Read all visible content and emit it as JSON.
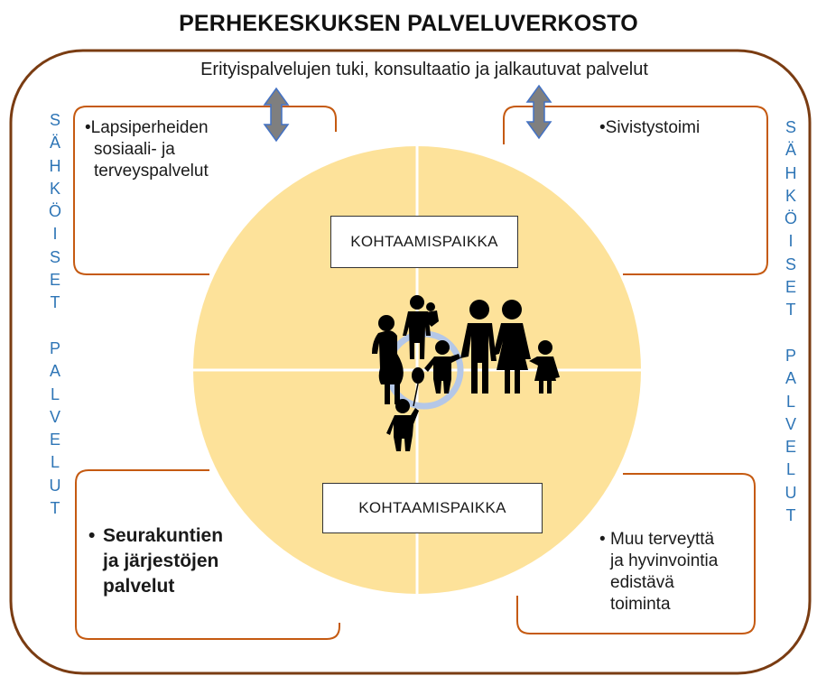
{
  "title": "PERHEKESKUKSEN PALVELUVERKOSTO",
  "subtitle": "Erityispalvelujen tuki, konsultaatio ja jalkautuvat palvelut",
  "boxes": {
    "top_left": {
      "lines": [
        "•Lapsiperheiden",
        "sosiaali- ja",
        "terveyspalvelut"
      ]
    },
    "top_right": {
      "lines": [
        "•Sivistystoimi"
      ]
    },
    "bottom_left": {
      "lines": [
        "Seurakuntien",
        "ja järjestöjen",
        "palvelut"
      ]
    },
    "bottom_right": {
      "lines": [
        "Muu terveyttä",
        "ja hyvinvointia",
        "edistävä",
        "toiminta"
      ]
    }
  },
  "meeting_place_top": "KOHTAAMISPAIKKA",
  "meeting_place_bottom": "KOHTAAMISPAIKKA",
  "side_label_left": [
    "S",
    "Ä",
    "H",
    "K",
    "Ö",
    "I",
    "S",
    "E",
    "T",
    "",
    "P",
    "A",
    "L",
    "V",
    "E",
    "L",
    "U",
    "T"
  ],
  "side_label_right": [
    "S",
    "Ä",
    "H",
    "K",
    "Ö",
    "I",
    "S",
    "E",
    "T",
    "",
    "P",
    "A",
    "L",
    "V",
    "E",
    "L",
    "U",
    "T"
  ],
  "colors": {
    "outer_border": "#7a3c12",
    "box_border": "#c55a11",
    "circle_fill": "#fde29a",
    "side_text": "#2e75b6",
    "arrow_fill": "#7f7f7f",
    "arrow_stroke": "#4472c4",
    "figures": "#000000",
    "ring": "#b4c7e7"
  },
  "icons": [
    "family-icon",
    "double-arrow-icon"
  ]
}
